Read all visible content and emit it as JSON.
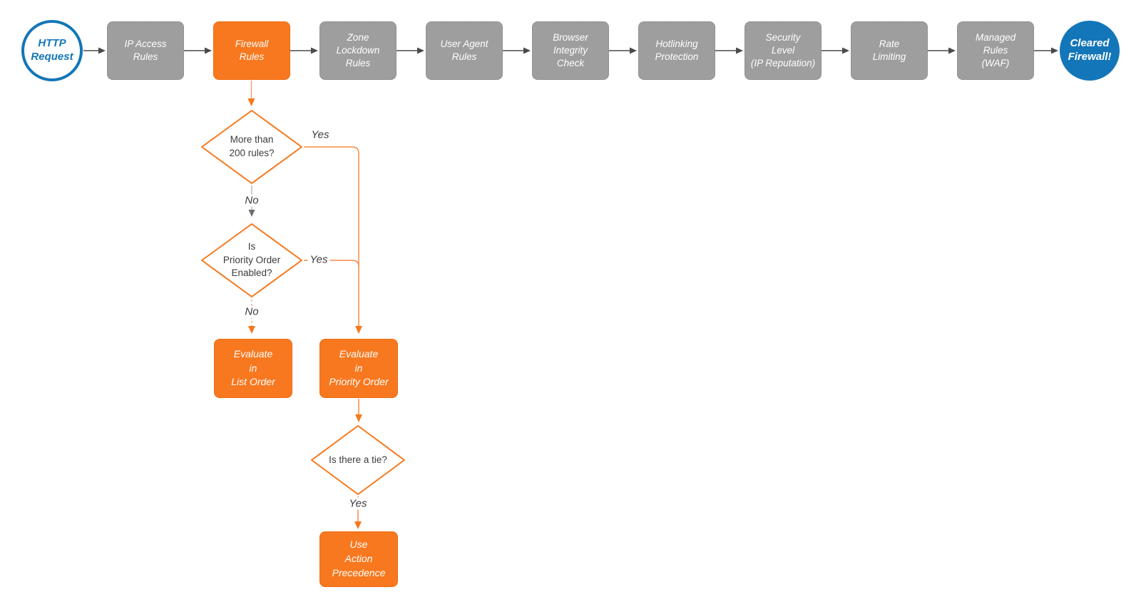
{
  "flow": {
    "start": {
      "label": "HTTP\nRequest"
    },
    "stages": [
      {
        "label": "IP Access\nRules",
        "style": "gray"
      },
      {
        "label": "Firewall\nRules",
        "style": "orange"
      },
      {
        "label": "Zone\nLockdown\nRules",
        "style": "gray"
      },
      {
        "label": "User Agent\nRules",
        "style": "gray"
      },
      {
        "label": "Browser\nIntegrity\nCheck",
        "style": "gray"
      },
      {
        "label": "Hotlinking\nProtection",
        "style": "gray"
      },
      {
        "label": "Security\nLevel\n(IP Reputation)",
        "style": "gray"
      },
      {
        "label": "Rate\nLimiting",
        "style": "gray"
      },
      {
        "label": "Managed\nRules\n(WAF)",
        "style": "gray"
      }
    ],
    "end": {
      "label": "Cleared\nFirewall!"
    },
    "decisions": {
      "d1": {
        "label": "More than\n200 rules?",
        "yes": "Yes",
        "no": "No"
      },
      "d2": {
        "label": "Is\nPriority Order\nEnabled?",
        "yes": "Yes",
        "no": "No"
      },
      "d3": {
        "label": "Is there a tie?",
        "yes": "Yes"
      }
    },
    "actions": {
      "list_order": {
        "label": "Evaluate\nin\nList Order"
      },
      "priority_order": {
        "label": "Evaluate\nin\nPriority Order"
      },
      "action_precedence": {
        "label": "Use\nAction\nPrecedence"
      }
    }
  },
  "colors": {
    "orange_fill": "#f7781f",
    "orange_line": "#f78a45",
    "orange_arrow": "#f7771b",
    "gray_fill": "#9e9e9e",
    "blue": "#1376b8",
    "dark_connector": "#4a4a4a",
    "silver_connector": "#b9b9b9",
    "text_dark": "#3c3c3c",
    "text_white": "#ffffff"
  }
}
